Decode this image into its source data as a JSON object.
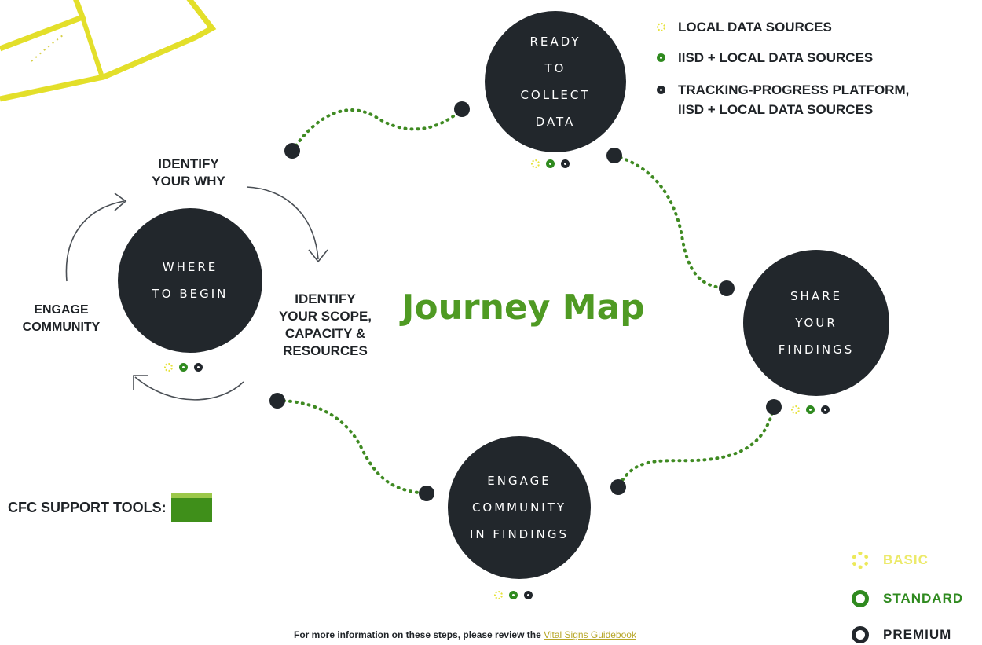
{
  "legend": {
    "local": "LOCAL DATA SOURCES",
    "iisd": "IISD + LOCAL DATA SOURCES",
    "tracking_line1": "TRACKING-PROGRESS PLATFORM,",
    "tracking_line2": "IISD + LOCAL DATA SOURCES"
  },
  "steps": {
    "where": [
      "WHERE",
      "TO BEGIN"
    ],
    "ready": [
      "READY",
      "TO",
      "COLLECT",
      "DATA"
    ],
    "share": [
      "SHARE",
      "YOUR",
      "FINDINGS"
    ],
    "engage_findings": [
      "ENGAGE",
      "COMMUNITY",
      "IN FINDINGS"
    ]
  },
  "cycle": {
    "identify_why": [
      "IDENTIFY",
      "YOUR WHY"
    ],
    "identify_scope": [
      "IDENTIFY",
      "YOUR SCOPE,",
      "CAPACITY &",
      "RESOURCES"
    ],
    "engage_community": [
      "ENGAGE",
      "COMMUNITY"
    ]
  },
  "title": "Journey Map",
  "support_tools": "CFC SUPPORT TOOLS:",
  "tiers": {
    "basic": "BASIC",
    "standard": "STANDARD",
    "premium": "PREMIUM"
  },
  "footer": {
    "text": "For more information on these steps, please review the",
    "link": "Vital Signs Guidebook"
  },
  "colors": {
    "circle": "#22272c",
    "green": "#2f8a1f",
    "title_green": "#4f9a23",
    "yellow": "#e6e23a",
    "folder": "#3f8f1a"
  }
}
